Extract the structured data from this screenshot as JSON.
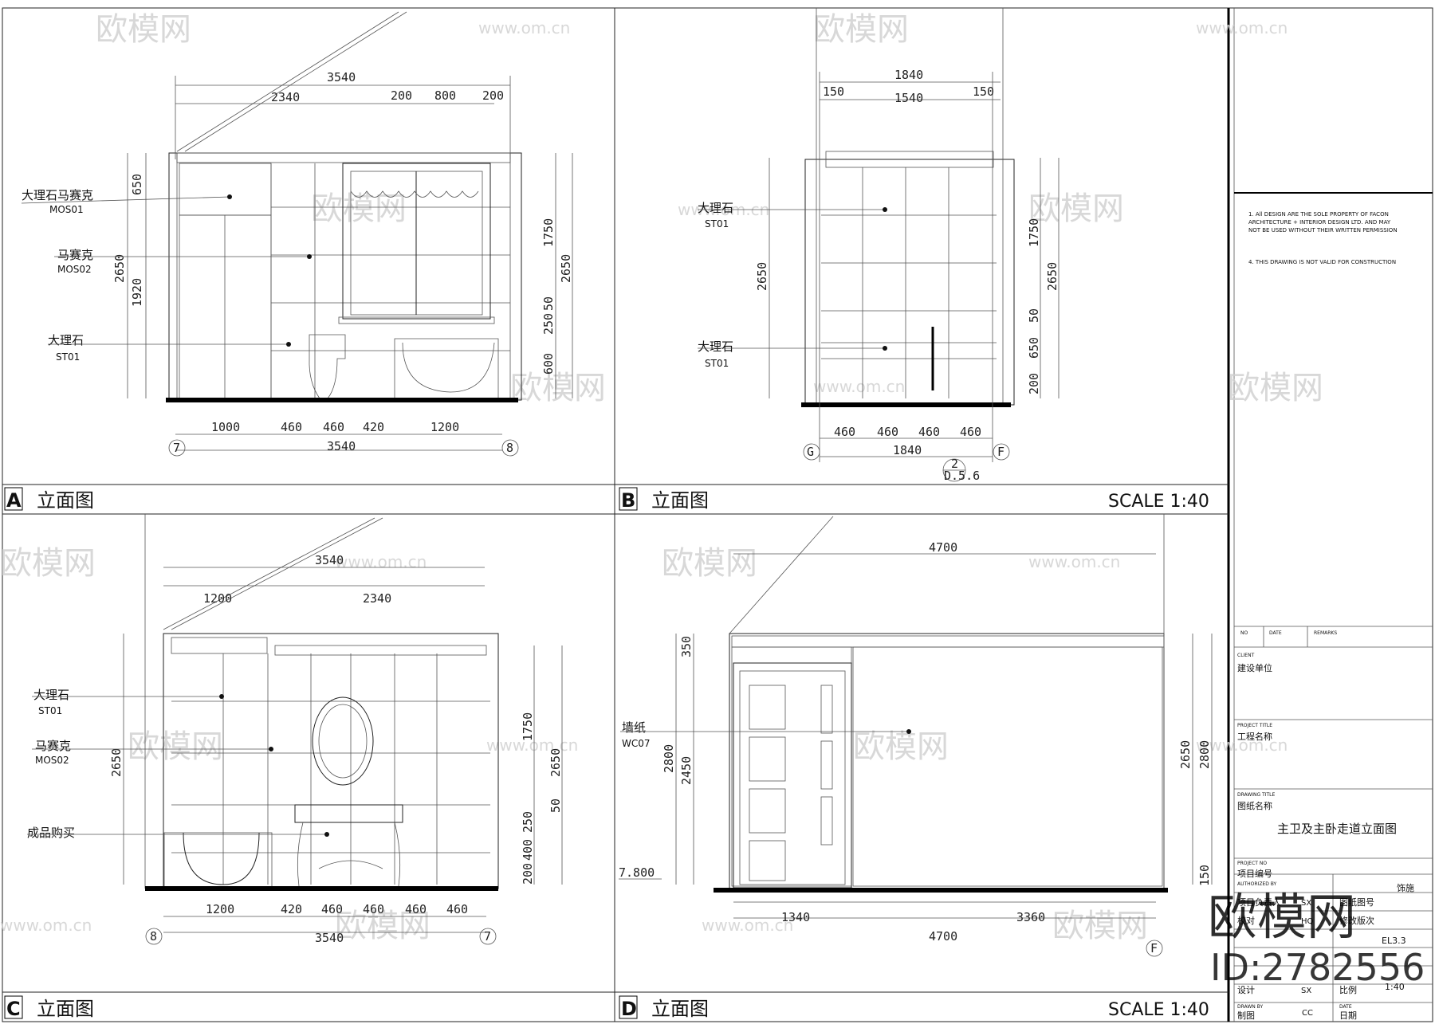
{
  "watermark": {
    "site": "www.om.cn",
    "brand": "欧模网",
    "id": "ID:2782556"
  },
  "scale_label": "SCALE 1:40",
  "panels": {
    "A": {
      "letter": "A",
      "title": "立面图",
      "dims_top": [
        "3540",
        "2340",
        "200",
        "800",
        "200"
      ],
      "dims_bottom": [
        "1000",
        "460",
        "460",
        "420",
        "1200"
      ],
      "dim_total": "3540",
      "dims_left": [
        "650",
        "2650",
        "1920"
      ],
      "dims_right": [
        "1750",
        "2650",
        "50",
        "250",
        "600"
      ],
      "labels": [
        {
          "cn": "大理石马赛克",
          "code": "MOS01"
        },
        {
          "cn": "马赛克",
          "code": "MOS02"
        },
        {
          "cn": "大理石",
          "code": "ST01"
        }
      ],
      "grids": [
        "7",
        "8"
      ]
    },
    "B": {
      "letter": "B",
      "title": "立面图",
      "dims_top": [
        "1840",
        "150",
        "1540",
        "150"
      ],
      "dims_bottom": [
        "460",
        "460",
        "460",
        "460"
      ],
      "dim_total": "1840",
      "dims_left": [
        "2650"
      ],
      "dims_right": [
        "1750",
        "2650",
        "50",
        "650",
        "200"
      ],
      "labels": [
        {
          "cn": "大理石",
          "code": "ST01"
        },
        {
          "cn": "大理石",
          "code": "ST01"
        }
      ],
      "grids": [
        "G",
        "F"
      ],
      "detail_ref": {
        "num": "2",
        "sheet": "D.5.6"
      }
    },
    "C": {
      "letter": "C",
      "title": "立面图",
      "dims_top": [
        "3540",
        "1200",
        "2340"
      ],
      "dims_bottom": [
        "1200",
        "420",
        "460",
        "460",
        "460",
        "460"
      ],
      "dim_total": "3540",
      "dims_left": [
        "2650"
      ],
      "dims_right": [
        "1750",
        "2650",
        "50",
        "250",
        "400",
        "200"
      ],
      "labels": [
        {
          "cn": "大理石",
          "code": "ST01"
        },
        {
          "cn": "马赛克",
          "code": "MOS02"
        },
        {
          "cn": "成品购买",
          "code": ""
        }
      ],
      "grids": [
        "8",
        "7"
      ]
    },
    "D": {
      "letter": "D",
      "title": "立面图",
      "dims_top": [
        "4700"
      ],
      "dims_bottom": [
        "1340",
        "3360"
      ],
      "dim_total": "4700",
      "dims_left": [
        "350",
        "2800",
        "2450"
      ],
      "dims_right": [
        "2650",
        "2800",
        "150"
      ],
      "level": "7.800",
      "labels": [
        {
          "cn": "墙纸",
          "code": "WC07"
        }
      ],
      "grids": [
        "F"
      ]
    }
  },
  "title_block": {
    "notes": [
      "1. All DESIGN ARE THE SOLE PROPERTY OF FACON",
      "ARCHITECTURE + INTERIOR DESIGN LTD. AND MAY",
      "NOT BE USED WITHOUT THEIR WRITTEN PERMISSION",
      "4. THIS DRAWING IS NOT VALID FOR CONSTRUCTION"
    ],
    "rev_headers": [
      "NO",
      "DATE",
      "REMARKS"
    ],
    "client_en": "CLIENT",
    "client_cn": "建设单位",
    "project_title_en": "PROJECT TITLE",
    "project_title_cn": "工程名称",
    "drawing_title_en": "DRAWING TITLE",
    "drawing_title_cn": "图纸名称",
    "drawing_name": "主卫及主卧走道立面图",
    "project_no_en": "PROJECT NO",
    "project_no_cn": "项目编号",
    "authorized": "AUTHORIZED BY",
    "discipline": "饰施",
    "project_manager": "项目负责人",
    "pm_value": "SX",
    "drawing_no_label": "图纸图号",
    "drawing_no": "EL3.3",
    "check": "校对",
    "check_value": "HQ",
    "revision_label": "修改版次",
    "design": "设计",
    "design_value": "SX",
    "scale_cn": "比例",
    "scale_value": "1:40",
    "drawn_en": "DRAWN BY",
    "drawn": "制图",
    "drawn_value": "CC",
    "date_en": "DATE",
    "date_cn": "日期"
  }
}
